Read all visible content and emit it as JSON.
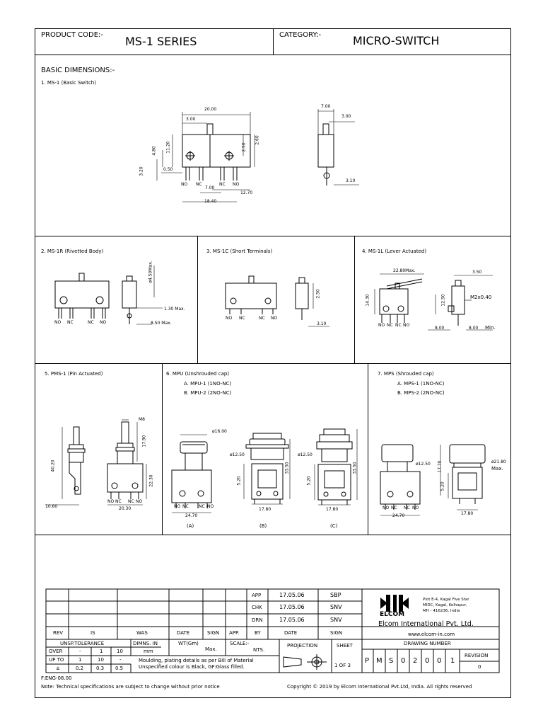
{
  "header": {
    "product_code_label": "PRODUCT CODE:-",
    "product_code": "MS-1 SERIES",
    "category_label": "CATEGORY:-",
    "category": "MICRO-SWITCH"
  },
  "section_title": "BASIC DIMENSIONS:-",
  "sec1": {
    "title": "1. MS-1 (Basic Switch)",
    "dims": [
      "20.00",
      "3.00",
      "4.80",
      "11.20",
      "2.50",
      "2.60",
      "3.20",
      "0.50",
      "7.00",
      "12.70",
      "18.40",
      "7.00",
      "3.00",
      "3.10"
    ],
    "terms": [
      "NO",
      "NC",
      "NC",
      "NO"
    ]
  },
  "sec2": {
    "title": "2. MS-1R (Rivetted Body)",
    "dims": [
      "ø4.50Max.",
      "1.30 Max.",
      "8.50 Max."
    ],
    "terms": [
      "NO",
      "NC",
      "NC",
      "NO"
    ]
  },
  "sec3": {
    "title": "3. MS-1C (Short Terminals)",
    "dims": [
      "2.50",
      "3.10"
    ],
    "terms": [
      "NO",
      "NC",
      "NC",
      "NO"
    ]
  },
  "sec4": {
    "title": "4. MS-1L (Lever Actuated)",
    "dims": [
      "22.80Max.",
      "3.50",
      "14.30",
      "12.50",
      "M2x0.40",
      "8.00",
      "8.00",
      "Min."
    ],
    "terms": [
      "NO",
      "NC",
      "NC",
      "NO"
    ]
  },
  "sec5": {
    "title": "5. PMS-1 (Pin Actuated)",
    "dims": [
      "M8",
      "40.20",
      "17.90",
      "22.30",
      "10.60",
      "20.30"
    ],
    "terms": [
      "NO",
      "NC",
      "NC",
      "NO"
    ]
  },
  "sec6": {
    "title": "6. MPU (Unshrouded cap)",
    "line_a": "A. MPU-1 (1NO-NC)",
    "line_b": "B. MPU-2 (2NO-NC)",
    "dims": [
      "ø16.00",
      "24.70",
      "ø12.50",
      "5.20",
      "33.50",
      "17.80",
      "ø12.50",
      "5.20",
      "33.50",
      "17.80"
    ],
    "terms": [
      "NO",
      "NC",
      "NC",
      "NO"
    ],
    "captions": [
      "(A)",
      "(B)",
      "(C)"
    ]
  },
  "sec7": {
    "title": "7. MPS (Shrouded cap)",
    "line_a": "A. MPS-1 (1NO-NC)",
    "line_b": "B. MPS-2 (2NO-NC)",
    "dims": [
      "ø12.50",
      "17.70",
      "ø21.80",
      "Max.",
      "5.20",
      "24.70",
      "17.80"
    ],
    "terms": [
      "NO",
      "NC",
      "NC",
      "NO"
    ]
  },
  "title_block": {
    "app": "APP",
    "chk": "CHK",
    "drn": "DRN",
    "app_date": "17.05.06",
    "chk_date": "17.05.06",
    "drn_date": "17.05.06",
    "app_by": "SBP",
    "chk_by": "SNV",
    "drn_by": "SNV",
    "rev_headers": [
      "REV",
      "IS",
      "WAS",
      "DATE",
      "SIGN",
      "APP.",
      "BY",
      "DATE",
      "SIGN"
    ],
    "tol_header": "UNSP.TOLERANCE",
    "over": "OVER",
    "upto": "UP TO",
    "pm": "±",
    "tol_row1": [
      "-",
      "1",
      "10"
    ],
    "tol_row2": [
      "1",
      "10",
      "-"
    ],
    "tol_row3": [
      "0.2",
      "0.3",
      "0.5"
    ],
    "dimns_label": "DIMNS. IN",
    "dimns_unit": "mm",
    "wt_label": "WT(Gm)",
    "wt_max": "Max.",
    "scale_label": "SCALE:-",
    "scale_value": "NTS.",
    "projection": "PROJECTION",
    "sheet": "SHEET",
    "sheet_of": "1  OF  3",
    "notes_1": "Moulding, plating details as per Bill of Material",
    "notes_2": "Unspecified colour is Black, GF:Glass filled.",
    "company_address_1": "Plot E-4, Kagal Five Star",
    "company_address_2": "MIDC, Kagal, Kolhapur,",
    "company_address_3": "MH - 416236, India",
    "logo_text": "ELCOM",
    "company_name": "Elcom International Pvt. Ltd.",
    "website": "www.elcom-in.com",
    "drawing_number_label": "DRAWING NUMBER",
    "drawing_number": [
      "P",
      "M",
      "S",
      "0",
      "2",
      "0",
      "0",
      "1"
    ],
    "revision_label": "REVISION",
    "revision": "0"
  },
  "footer": {
    "form_no": "F:ENG-08.00",
    "note": "Note: Technical specifications are subject to change without prior notice",
    "copyright": "Copyright © 2019 by Elcom International Pvt.Ltd, India. All rights reserved"
  }
}
